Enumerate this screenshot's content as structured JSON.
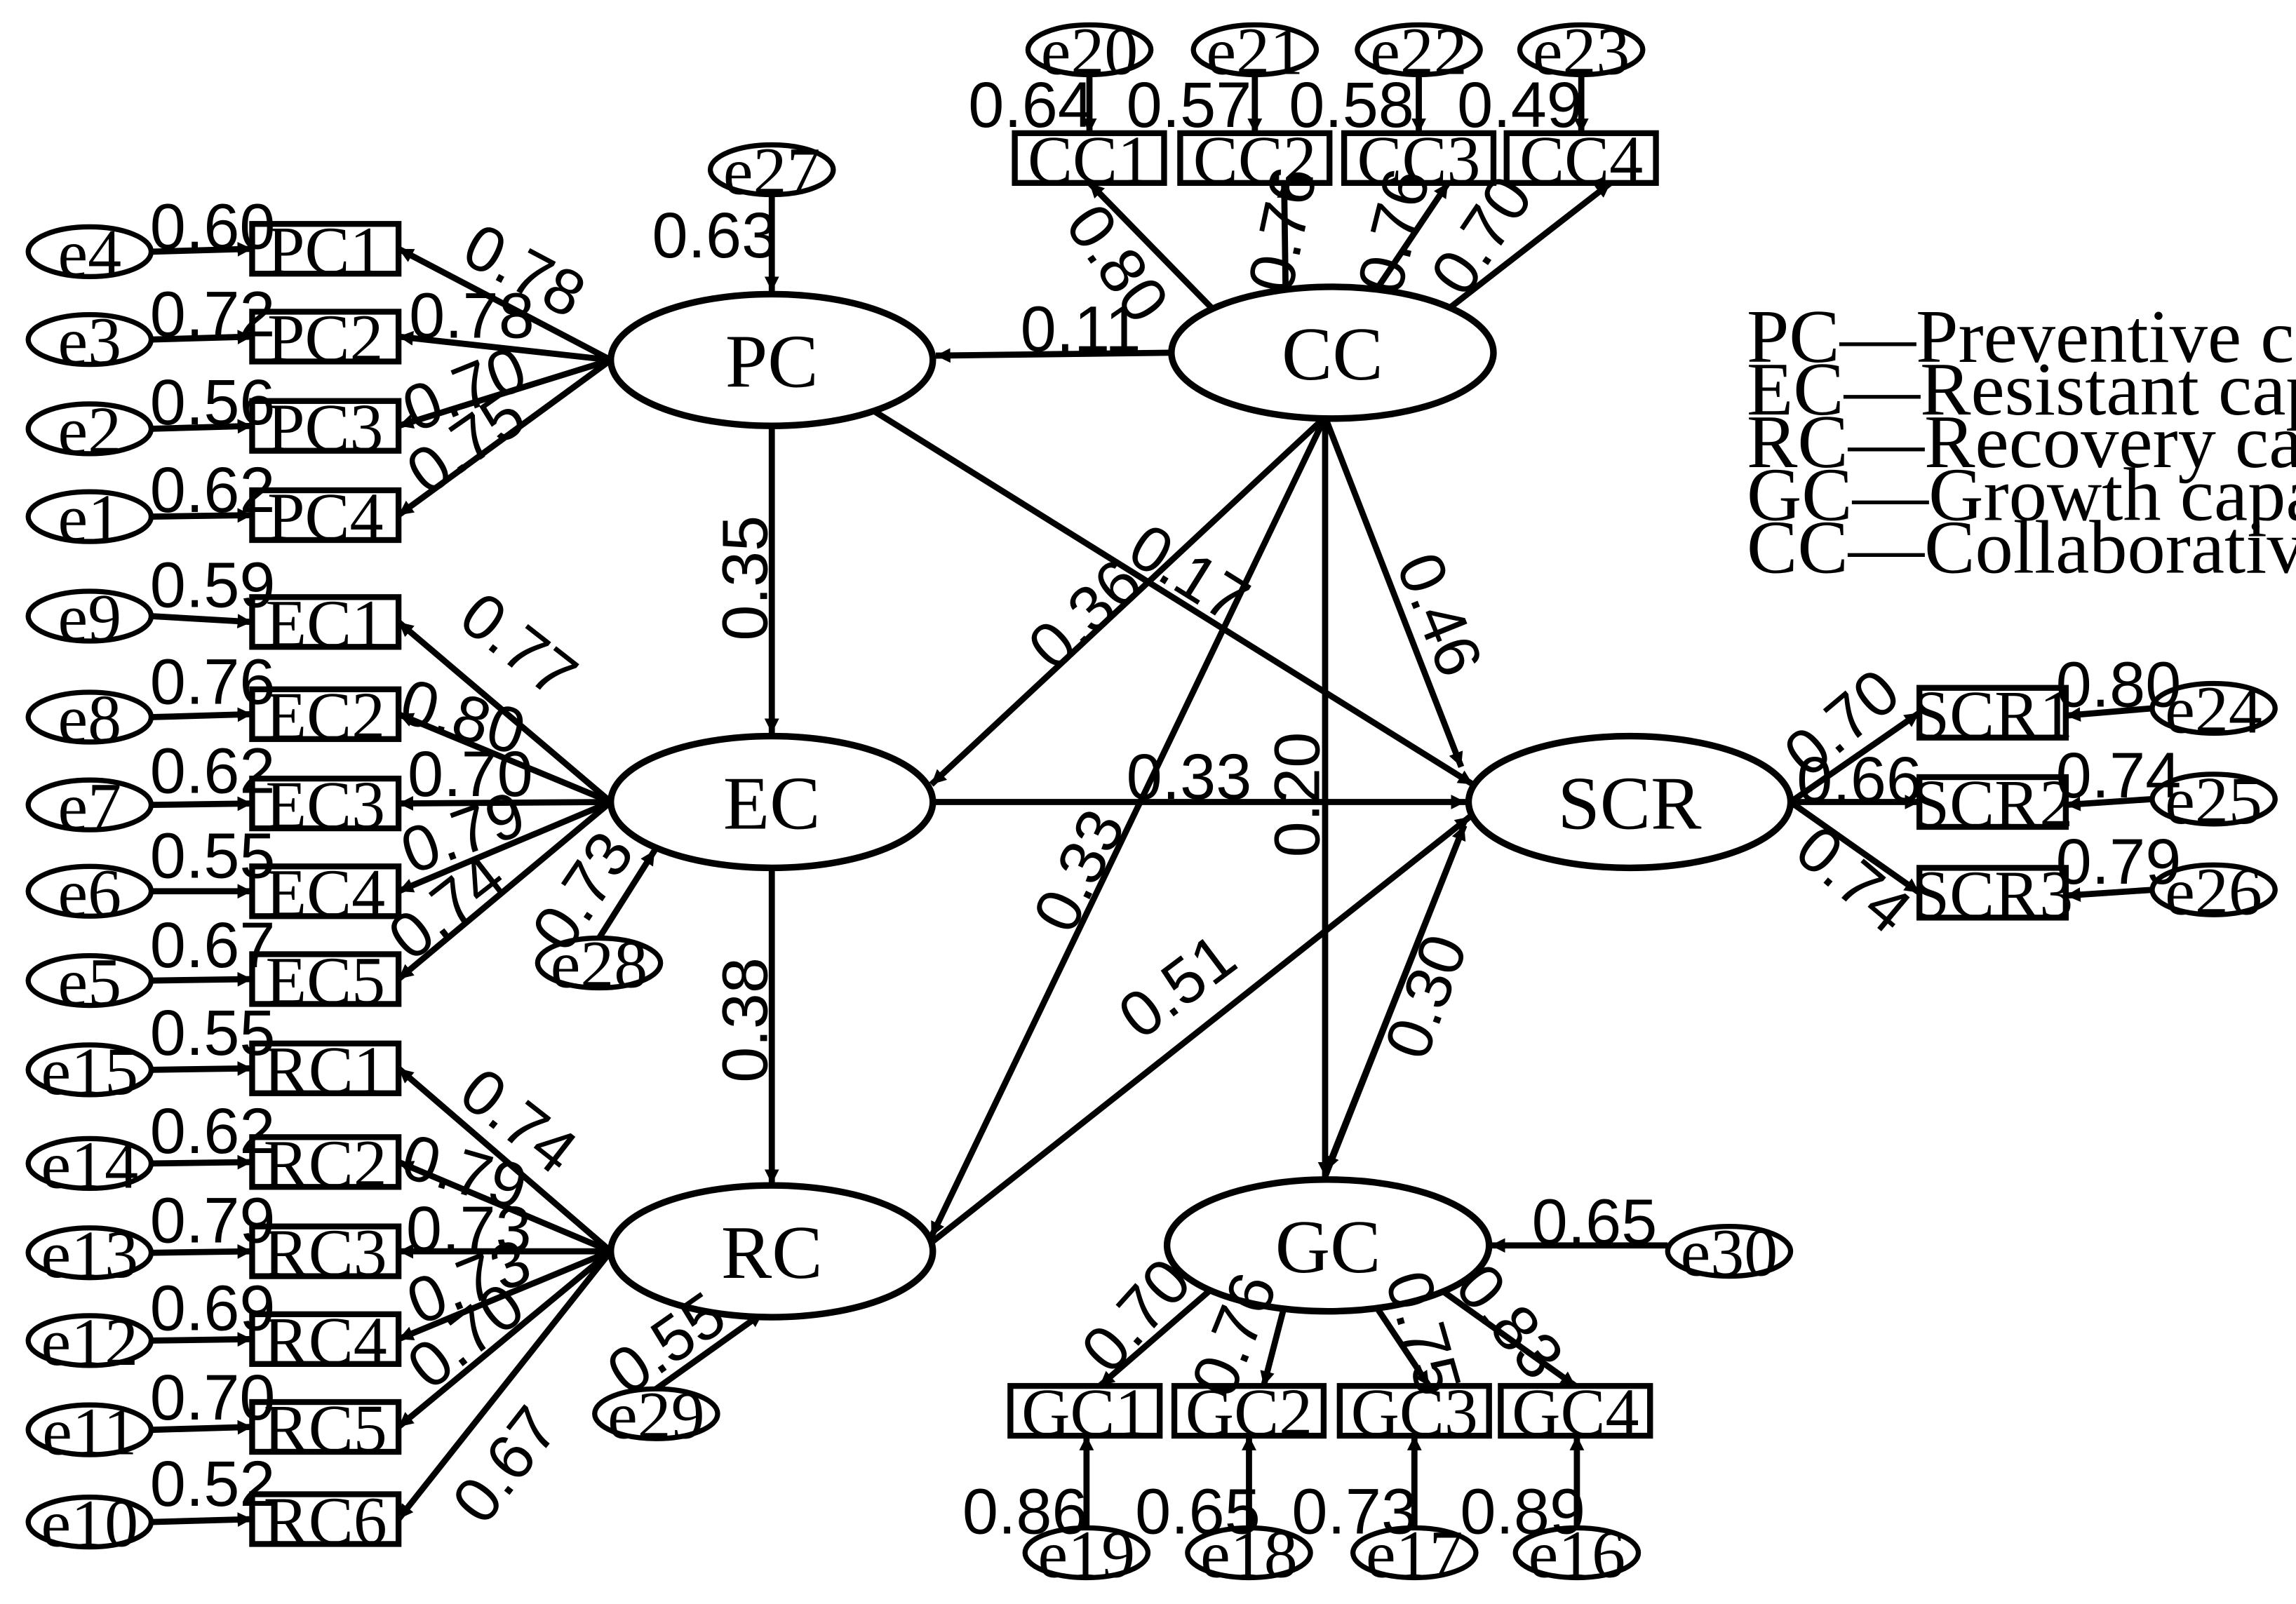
{
  "latents": [
    {
      "id": "PC",
      "label": "PC"
    },
    {
      "id": "CC",
      "label": "CC"
    },
    {
      "id": "EC",
      "label": "EC"
    },
    {
      "id": "RC",
      "label": "RC"
    },
    {
      "id": "SCR",
      "label": "SCR"
    },
    {
      "id": "GC",
      "label": "GC"
    }
  ],
  "indicators": [
    {
      "id": "PC1",
      "label": "PC1",
      "factor": "PC",
      "loading": "0.78",
      "error": "e4",
      "error_value": "0.60"
    },
    {
      "id": "PC2",
      "label": "PC2",
      "factor": "PC",
      "loading": "0.78",
      "error": "e3",
      "error_value": "0.72"
    },
    {
      "id": "PC3",
      "label": "PC3",
      "factor": "PC",
      "loading": "0.70",
      "error": "e2",
      "error_value": "0.56"
    },
    {
      "id": "PC4",
      "label": "PC4",
      "factor": "PC",
      "loading": "0.75",
      "error": "e1",
      "error_value": "0.62"
    },
    {
      "id": "EC1",
      "label": "EC1",
      "factor": "EC",
      "loading": "0.77",
      "error": "e9",
      "error_value": "0.59"
    },
    {
      "id": "EC2",
      "label": "EC2",
      "factor": "EC",
      "loading": "0.80",
      "error": "e8",
      "error_value": "0.76"
    },
    {
      "id": "EC3",
      "label": "EC3",
      "factor": "EC",
      "loading": "0.70",
      "error": "e7",
      "error_value": "0.62"
    },
    {
      "id": "EC4",
      "label": "EC4",
      "factor": "EC",
      "loading": "0.79",
      "error": "e6",
      "error_value": "0.55"
    },
    {
      "id": "EC5",
      "label": "EC5",
      "factor": "EC",
      "loading": "0.74",
      "error": "e5",
      "error_value": "0.67"
    },
    {
      "id": "RC1",
      "label": "RC1",
      "factor": "RC",
      "loading": "0.74",
      "error": "e15",
      "error_value": "0.55"
    },
    {
      "id": "RC2",
      "label": "RC2",
      "factor": "RC",
      "loading": "0.79",
      "error": "e14",
      "error_value": "0.62"
    },
    {
      "id": "RC3",
      "label": "RC3",
      "factor": "RC",
      "loading": "0.73",
      "error": "e13",
      "error_value": "0.79"
    },
    {
      "id": "RC4",
      "label": "RC4",
      "factor": "RC",
      "loading": "0.73",
      "error": "e12",
      "error_value": "0.69"
    },
    {
      "id": "RC5",
      "label": "RC5",
      "factor": "RC",
      "loading": "0.70",
      "error": "e11",
      "error_value": "0.70"
    },
    {
      "id": "RC6",
      "label": "RC6",
      "factor": "RC",
      "loading": "0.67",
      "error": "e10",
      "error_value": "0.52"
    },
    {
      "id": "CC1",
      "label": "CC1",
      "factor": "CC",
      "loading": "0.80",
      "error": "e20",
      "error_value": "0.64"
    },
    {
      "id": "CC2",
      "label": "CC2",
      "factor": "CC",
      "loading": "0.76",
      "error": "e21",
      "error_value": "0.57"
    },
    {
      "id": "CC3",
      "label": "CC3",
      "factor": "CC",
      "loading": "0.76",
      "error": "e22",
      "error_value": "0.58"
    },
    {
      "id": "CC4",
      "label": "CC4",
      "factor": "CC",
      "loading": "0.70",
      "error": "e23",
      "error_value": "0.49"
    },
    {
      "id": "SCR1",
      "label": "SCR1",
      "factor": "SCR",
      "loading": "0.70",
      "error": "e24",
      "error_value": "0.80"
    },
    {
      "id": "SCR2",
      "label": "SCR2",
      "factor": "SCR",
      "loading": "0.66",
      "error": "e25",
      "error_value": "0.74"
    },
    {
      "id": "SCR3",
      "label": "SCR3",
      "factor": "SCR",
      "loading": "0.74",
      "error": "e26",
      "error_value": "0.79"
    },
    {
      "id": "GC1",
      "label": "GC1",
      "factor": "GC",
      "loading": "0.70",
      "error": "e19",
      "error_value": "0.86"
    },
    {
      "id": "GC2",
      "label": "GC2",
      "factor": "GC",
      "loading": "0.76",
      "error": "e18",
      "error_value": "0.65"
    },
    {
      "id": "GC3",
      "label": "GC3",
      "factor": "GC",
      "loading": "0.75",
      "error": "e17",
      "error_value": "0.73"
    },
    {
      "id": "GC4",
      "label": "GC4",
      "factor": "GC",
      "loading": "0.83",
      "error": "e16",
      "error_value": "0.89"
    }
  ],
  "disturbances": [
    {
      "id": "e27",
      "target": "PC",
      "value": "0.63"
    },
    {
      "id": "e28",
      "target": "EC",
      "value": "0.73"
    },
    {
      "id": "e29",
      "target": "RC",
      "value": "0.55"
    },
    {
      "id": "e30",
      "target": "GC",
      "value": "0.65"
    }
  ],
  "paths": [
    {
      "from": "CC",
      "to": "PC",
      "coefficient": "0.11"
    },
    {
      "from": "PC",
      "to": "EC",
      "coefficient": "0.35"
    },
    {
      "from": "PC",
      "to": "SCR",
      "coefficient": "0.17"
    },
    {
      "from": "CC",
      "to": "EC",
      "coefficient": "0.36"
    },
    {
      "from": "CC",
      "to": "SCR",
      "coefficient": "0.46"
    },
    {
      "from": "CC",
      "to": "RC",
      "coefficient": "0.33"
    },
    {
      "from": "CC",
      "to": "GC",
      "coefficient": "0.20"
    },
    {
      "from": "EC",
      "to": "SCR",
      "coefficient": "0.33"
    },
    {
      "from": "EC",
      "to": "RC",
      "coefficient": "0.38"
    },
    {
      "from": "RC",
      "to": "SCR",
      "coefficient": "0.51"
    },
    {
      "from": "GC",
      "to": "SCR",
      "coefficient": "0.30"
    }
  ],
  "legend": [
    "PC—Preventive capability",
    "EC—Resistant capability",
    "RC—Recovery capability",
    "GC—Growth capability",
    "CC—Collaborative capability"
  ]
}
